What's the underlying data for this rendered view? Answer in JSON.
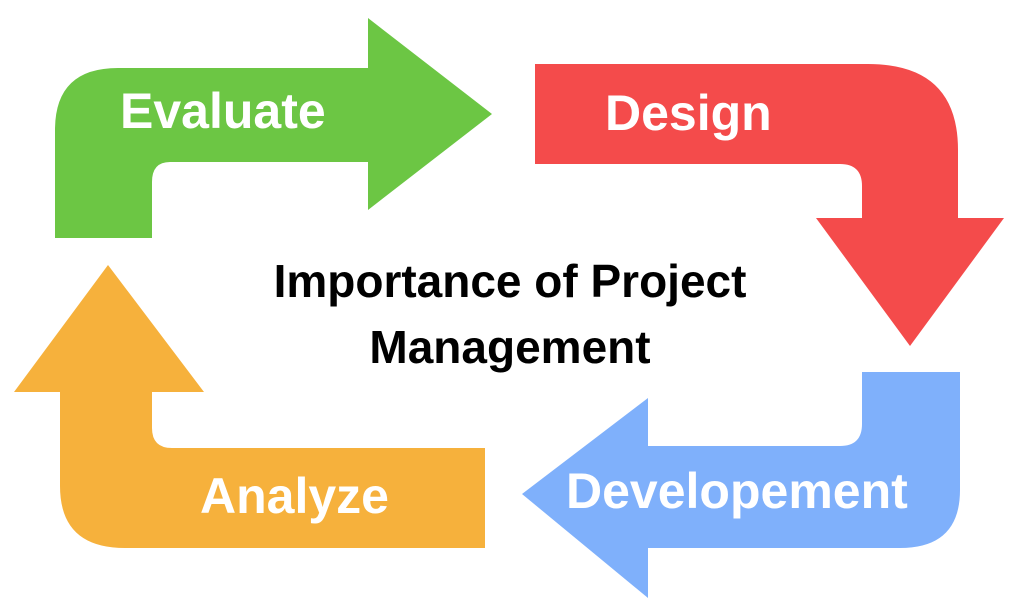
{
  "title": {
    "line1": "Importance of Project",
    "line2": "Management"
  },
  "cycle": [
    {
      "label": "Evaluate",
      "color": "#6cc644"
    },
    {
      "label": "Design",
      "color": "#f44b4b"
    },
    {
      "label": "Developement",
      "color": "#7fb0fb"
    },
    {
      "label": "Analyze",
      "color": "#f6b13c"
    }
  ],
  "arrow_icons": [
    "arrow-right-icon",
    "arrow-down-icon",
    "arrow-left-icon",
    "arrow-up-icon"
  ]
}
